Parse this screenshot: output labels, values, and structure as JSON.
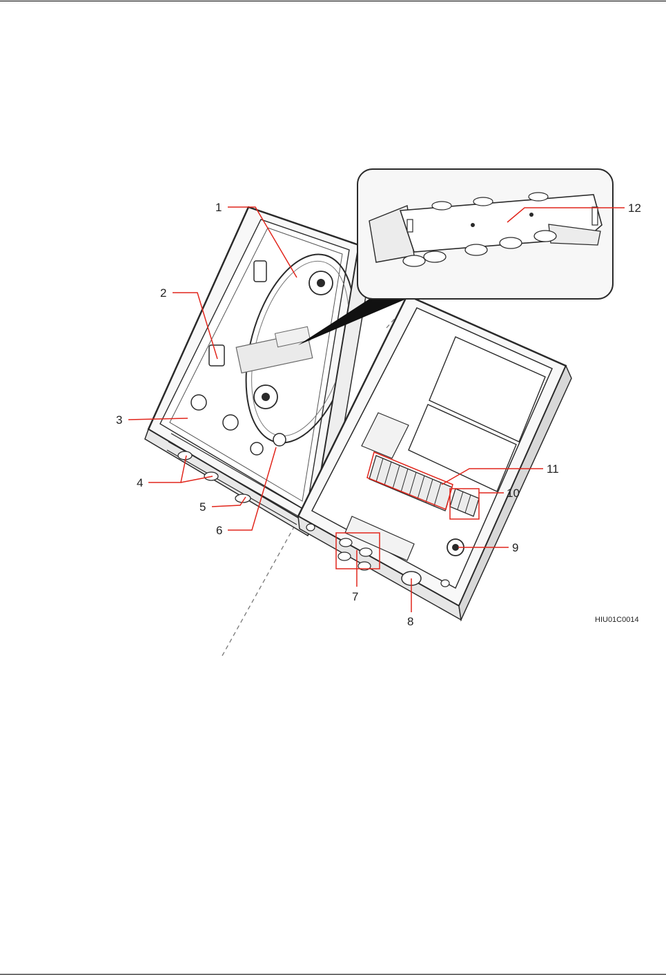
{
  "figure": {
    "image_code": "HIU01C0014",
    "callouts": [
      "1",
      "2",
      "3",
      "4",
      "5",
      "6",
      "7",
      "8",
      "9",
      "10",
      "11",
      "12"
    ]
  },
  "colors": {
    "callout_line": "#e1251b",
    "outline": "#2a2a2a",
    "box_fill": "#f7f7f7"
  }
}
